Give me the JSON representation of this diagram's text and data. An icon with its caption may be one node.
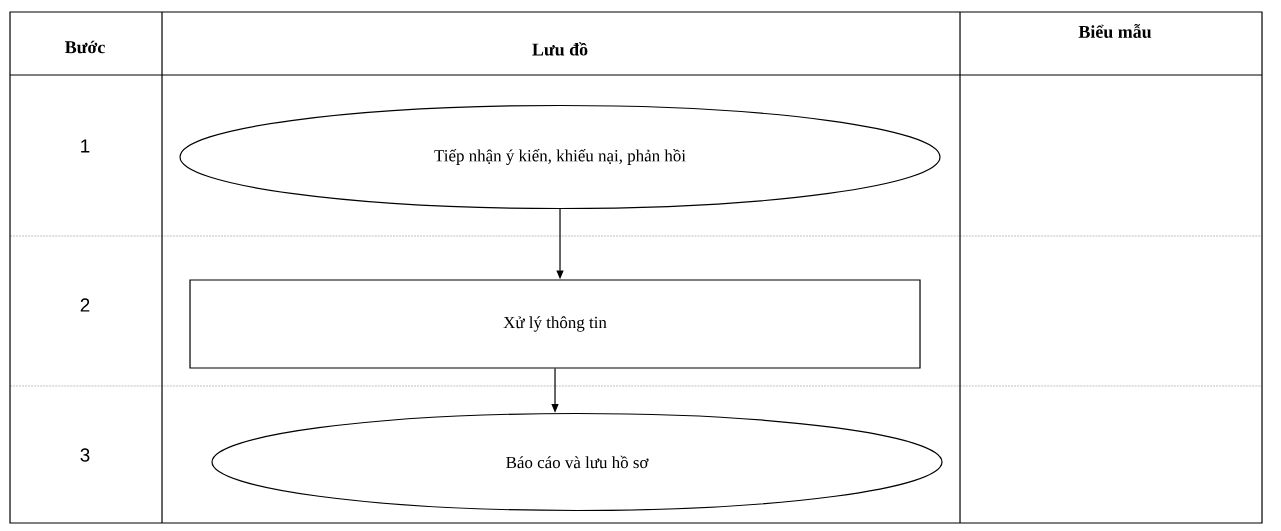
{
  "diagram": {
    "nodes": [
      {
        "text": [
          "Tiếp nhận ý kiến, khiếu nại, phản hồi"
        ]
      },
      {
        "text": [
          "Xử lý thông tin"
        ]
      },
      {
        "text": [
          "Báo cáo và lưu hồ sơ"
        ]
      }
    ],
    "edges": [
      {
        "from": 0,
        "to": 1,
        "arrow": "to"
      },
      {
        "from": 1,
        "to": 2,
        "arrow": "to"
      }
    ],
    "labels": [
      "Bước",
      "Lưu đồ",
      "Biểu mẫu",
      "1",
      "2",
      "3"
    ]
  }
}
